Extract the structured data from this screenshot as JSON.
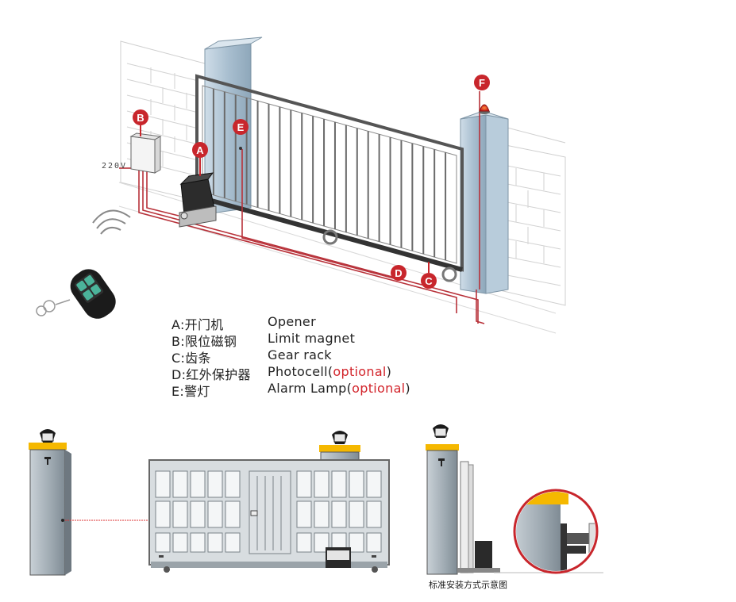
{
  "diagram": {
    "voltage_label": "220V",
    "markers": [
      {
        "key": "A"
      },
      {
        "key": "B"
      },
      {
        "key": "C"
      },
      {
        "key": "D"
      },
      {
        "key": "E"
      },
      {
        "key": "F"
      }
    ],
    "legend": [
      {
        "code": "A:开门机",
        "en": "Opener",
        "opt_prefix": "",
        "opt": "",
        "opt_suffix": ""
      },
      {
        "code": "B:限位磁钢",
        "en": "Limit magnet",
        "opt_prefix": "",
        "opt": "",
        "opt_suffix": ""
      },
      {
        "code": "C:齿条",
        "en": "Gear rack",
        "opt_prefix": "",
        "opt": "",
        "opt_suffix": ""
      },
      {
        "code": "D:红外保护器",
        "en": "Photocell(",
        "opt": "optional",
        "opt_suffix": ")"
      },
      {
        "code": "E:警灯",
        "en": "Alarm Lamp(",
        "opt": "optional",
        "opt_suffix": ")"
      }
    ],
    "caption": "标准安装方式示意图",
    "colors": {
      "marker_red": "#c8262c",
      "wire_red": "#b8323a",
      "pillar_blue": "#a9bfd0",
      "pillar_cap": "#f5b800"
    }
  }
}
